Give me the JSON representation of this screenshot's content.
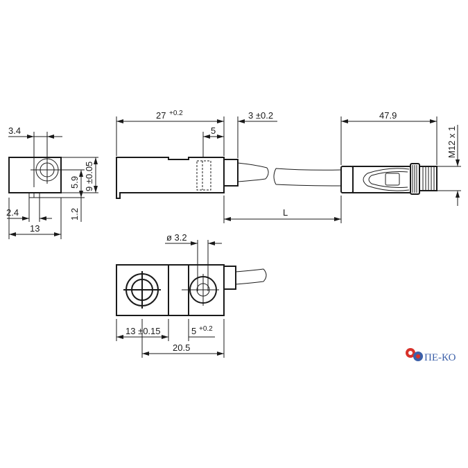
{
  "front_view": {
    "dim_offset": "3.4",
    "dim_center_height": "5.9",
    "dim_height": "9 ±0.05",
    "dim_tab_height": "1.2",
    "dim_tab_offset": "2.4",
    "dim_width": "13"
  },
  "side_view": {
    "dim_length": "27",
    "dim_length_tol": "+0.2",
    "dim_sense": "5",
    "dim_cable_stub": "3 ±0.2",
    "dim_connector": "47.9",
    "dim_thread": "M12 x 1",
    "dim_cable_length": "L"
  },
  "top_view": {
    "dim_hole": "ø 3.2",
    "dim_mount": "13 ±0.15",
    "dim_slot": "5",
    "dim_slot_tol": "+0.2",
    "dim_spacing": "20.5"
  },
  "logo": {
    "text": "ПЕ-КО",
    "colors": [
      "#d8322b",
      "#3b5fa8"
    ]
  }
}
